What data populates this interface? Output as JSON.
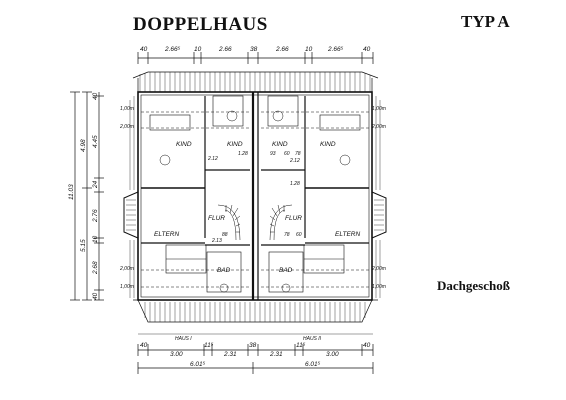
{
  "header": {
    "title": "DOPPELHAUS",
    "type_label": "TYP A"
  },
  "floor_label": "Dachgeschoß",
  "top_dims": [
    "40",
    "2.66⁵",
    "10",
    "2.66",
    "38",
    "2.66",
    "10",
    "2.66⁵",
    "40"
  ],
  "bottom_dims_row1": [
    "40",
    "3.00",
    "11⁵",
    "2.31",
    "38",
    "2.31",
    "11⁵",
    "3.00",
    "40"
  ],
  "bottom_dims_row2": [
    "6.01⁵",
    "6.01⁵"
  ],
  "left_dims_outer": [
    "11.03"
  ],
  "left_dims_mid": [
    "4.98",
    "5.15"
  ],
  "left_dims_inner": [
    "40",
    "4.45",
    "24",
    "2.76",
    "10",
    "2.68",
    "40"
  ],
  "height_marks": [
    "1,00m",
    "2,00m",
    "2,00m",
    "1,00m"
  ],
  "house_labels": [
    "HAUS I",
    "HAUS II"
  ],
  "rooms": {
    "kind": "KIND",
    "eltern": "ELTERN",
    "flur": "FLUR",
    "bad": "BAD"
  },
  "room_dims": [
    "1.28",
    "2.12",
    "93",
    "60",
    "78",
    "1.28",
    "2.12",
    "2.13",
    "88",
    "78",
    "60"
  ]
}
